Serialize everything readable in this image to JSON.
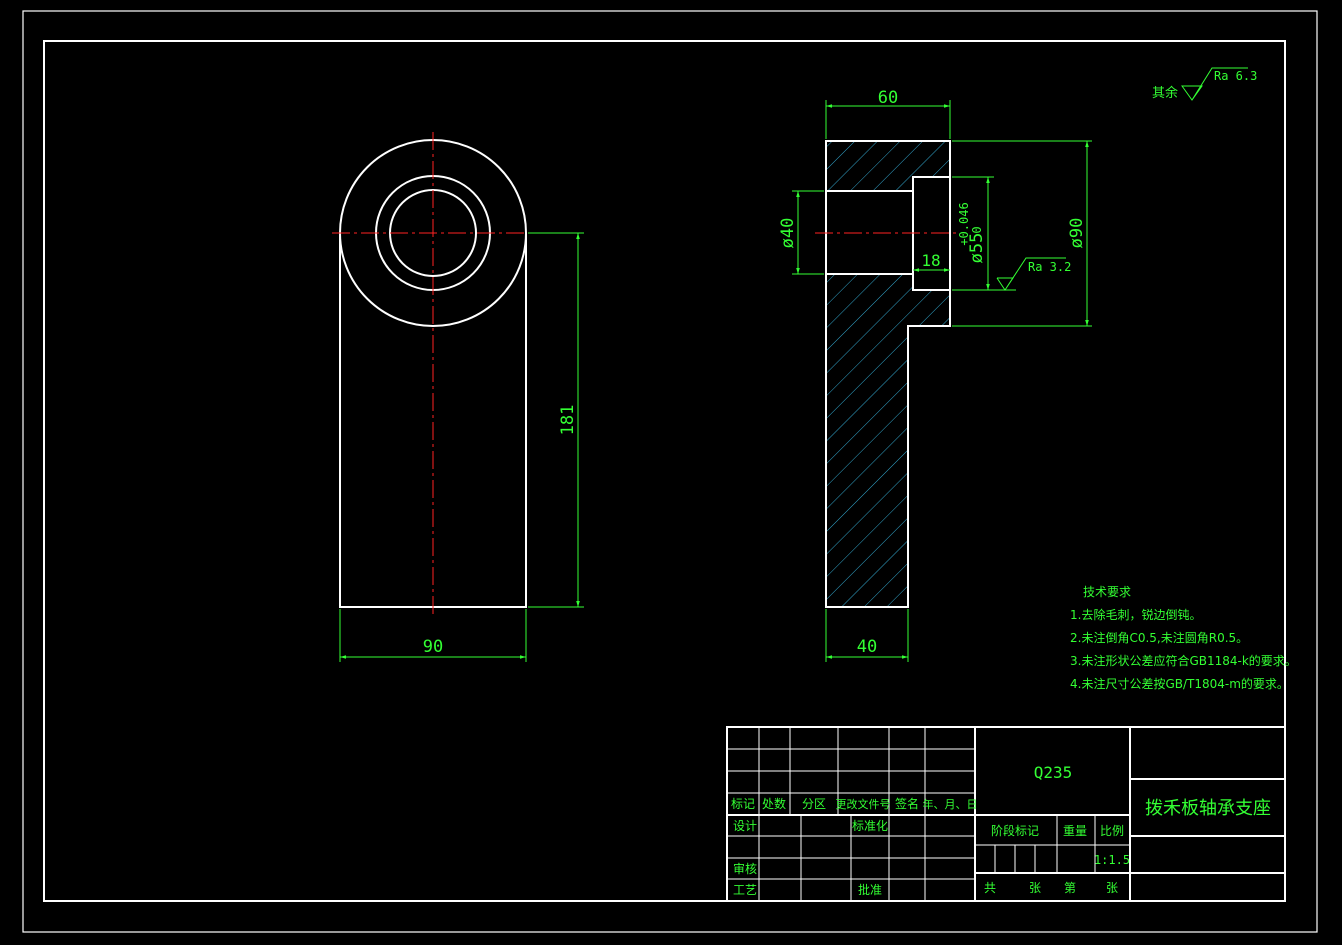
{
  "colors": {
    "background": "#000000",
    "outline": "#ffffff",
    "dimension": "#33ff33",
    "centerline": "#ff2222",
    "hatch": "#3fd0ff"
  },
  "front_view": {
    "dim_width": "90",
    "dim_height": "181"
  },
  "section_view": {
    "dim_top_width": "60",
    "dim_bottom_width": "40",
    "dim_bore": "ø40",
    "dim_counterbore": "ø55",
    "tolerance_upper": "+0.046",
    "tolerance_lower": "0",
    "dim_counterbore_depth": "18",
    "dim_outer": "ø90",
    "roughness_bore": "Ra 3.2"
  },
  "roughness_note": {
    "label": "其余",
    "value": "Ra 6.3"
  },
  "tech_requirements": {
    "title": "技术要求",
    "items": [
      "1.去除毛刺，锐边倒钝。",
      "2.未注倒角C0.5,未注圆角R0.5。",
      "3.未注形状公差应符合GB1184-k的要求。",
      "4.未注尺寸公差按GB/T1804-m的要求。"
    ]
  },
  "title_block": {
    "material": "Q235",
    "part_name": "拨禾板轴承支座",
    "rev_headers": [
      "标记",
      "处数",
      "分区",
      "更改文件号",
      "签名",
      "年、月、日"
    ],
    "design": "设计",
    "standardization": "标准化",
    "review": "审核",
    "process": "工艺",
    "approve": "批准",
    "stage_mark": "阶段标记",
    "weight": "重量",
    "scale_label": "比例",
    "scale_value": "1:1.5",
    "sheets_total": "共",
    "sheets_unit": "张",
    "sheet_no": "第",
    "sheet_unit2": "张"
  }
}
